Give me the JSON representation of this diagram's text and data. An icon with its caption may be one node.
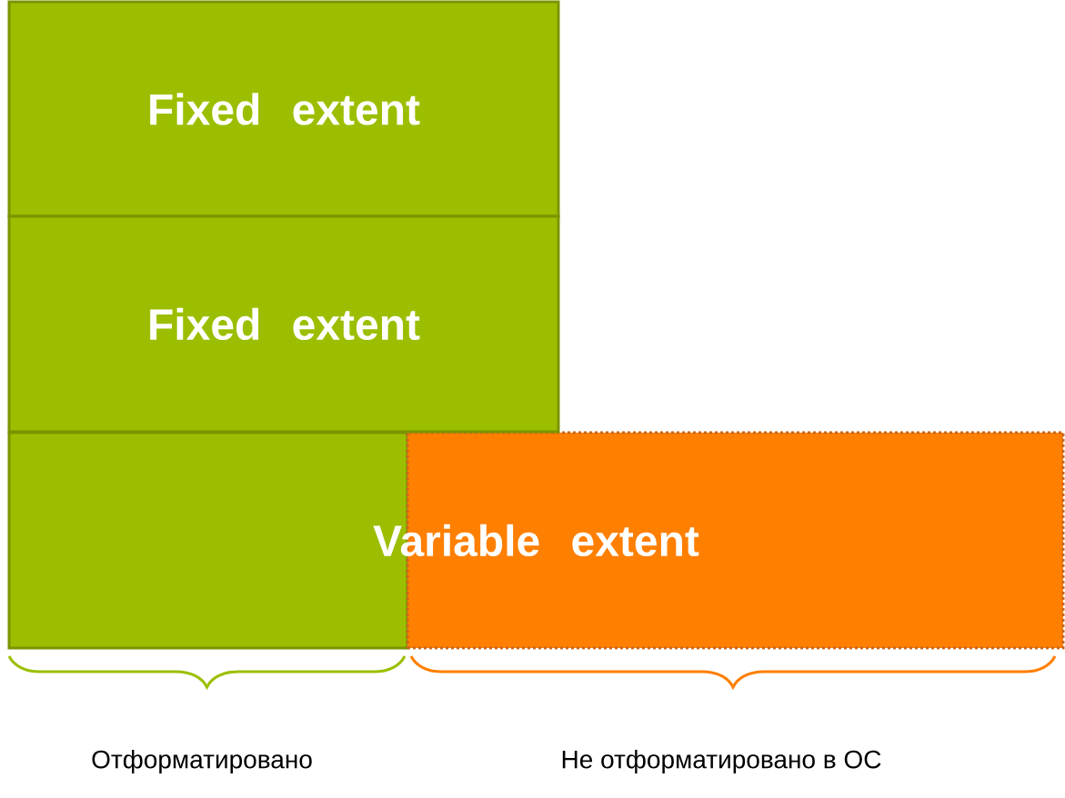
{
  "diagram": {
    "nodes": [
      {
        "text": [
          "Fixed extent"
        ]
      },
      {
        "text": [
          "Fixed extent"
        ]
      },
      {
        "text": [
          "Variable extent"
        ]
      },
      {
        "text": [],
        "shape": "box"
      },
      {
        "text": [],
        "shape": "box"
      }
    ],
    "labels": [
      "Отформатировано",
      "Не отформатировано в ОС"
    ]
  }
}
